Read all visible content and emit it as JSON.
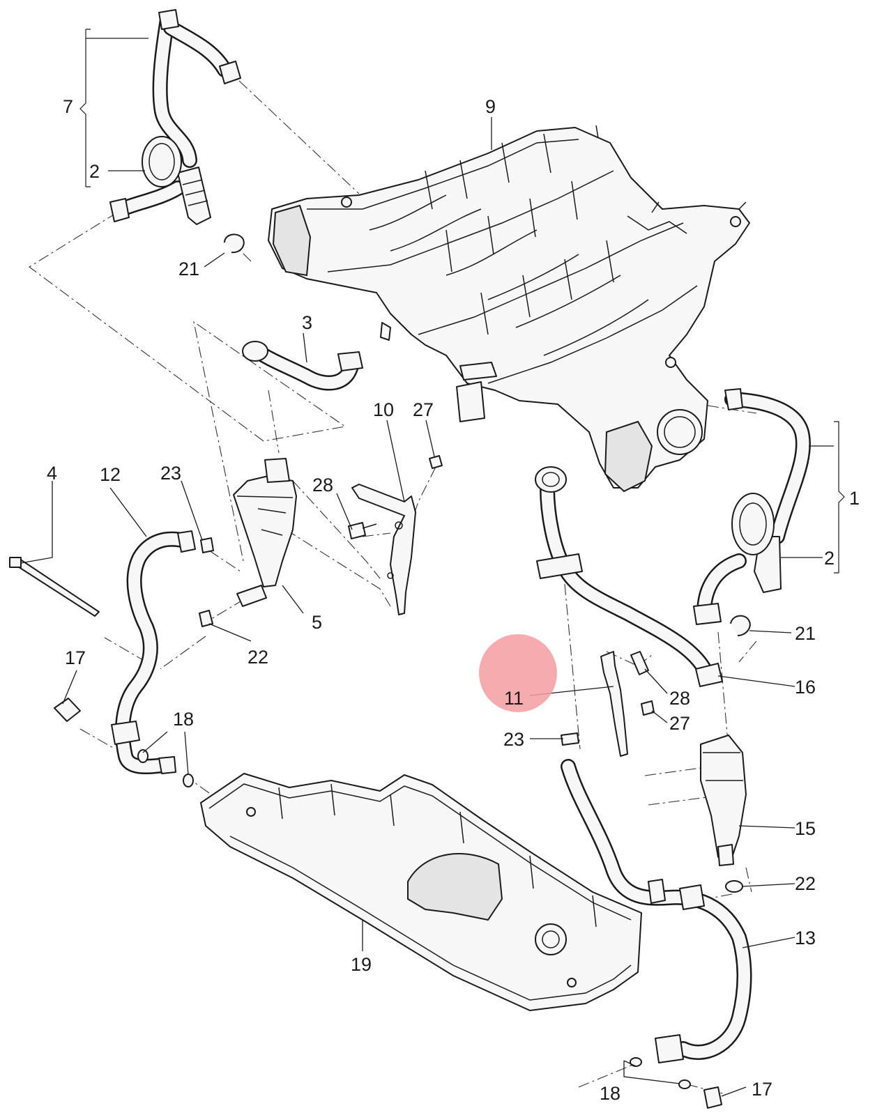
{
  "callouts": {
    "c1": "1",
    "c2a": "2",
    "c2b": "2",
    "c3": "3",
    "c4": "4",
    "c5": "5",
    "c7": "7",
    "c9": "9",
    "c10": "10",
    "c11": "11",
    "c12": "12",
    "c13": "13",
    "c15": "15",
    "c16": "16",
    "c17a": "17",
    "c17b": "17",
    "c18a": "18",
    "c18b": "18",
    "c19": "19",
    "c21a": "21",
    "c21b": "21",
    "c22a": "22",
    "c22b": "22",
    "c23a": "23",
    "c23b": "23",
    "c27a": "27",
    "c27b": "27",
    "c28a": "28",
    "c28b": "28"
  },
  "colors": {
    "line": "#1a1a1a",
    "hotspot": "#f59ea0"
  }
}
